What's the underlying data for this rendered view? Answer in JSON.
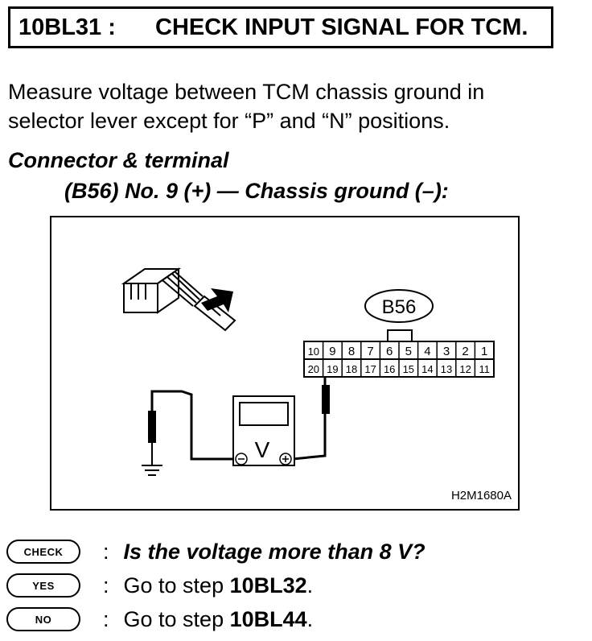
{
  "header": {
    "step_code": "10BL31 :",
    "title": "CHECK INPUT SIGNAL FOR TCM."
  },
  "instruction": {
    "line1": "Measure voltage between TCM chassis ground in",
    "line2": "selector lever except for “P” and “N” positions."
  },
  "connector": {
    "heading": "Connector & terminal",
    "spec": "(B56) No. 9 (+) — Chassis ground (–):"
  },
  "diagram": {
    "connector_label": "B56",
    "pins_top": [
      "10",
      "9",
      "8",
      "7",
      "6",
      "5",
      "4",
      "3",
      "2",
      "1"
    ],
    "pins_bottom": [
      "20",
      "19",
      "18",
      "17",
      "16",
      "15",
      "14",
      "13",
      "12",
      "11"
    ],
    "meter_symbol": "V",
    "figure_code": "H2M1680A"
  },
  "qa": {
    "check_badge": "CHECK",
    "check_question": "Is the voltage more than 8 V?",
    "yes_badge": "YES",
    "yes_prefix": "Go to step ",
    "yes_step": "10BL32",
    "yes_suffix": ".",
    "no_badge": "NO",
    "no_prefix": "Go to step ",
    "no_step": "10BL44",
    "no_suffix": "."
  }
}
